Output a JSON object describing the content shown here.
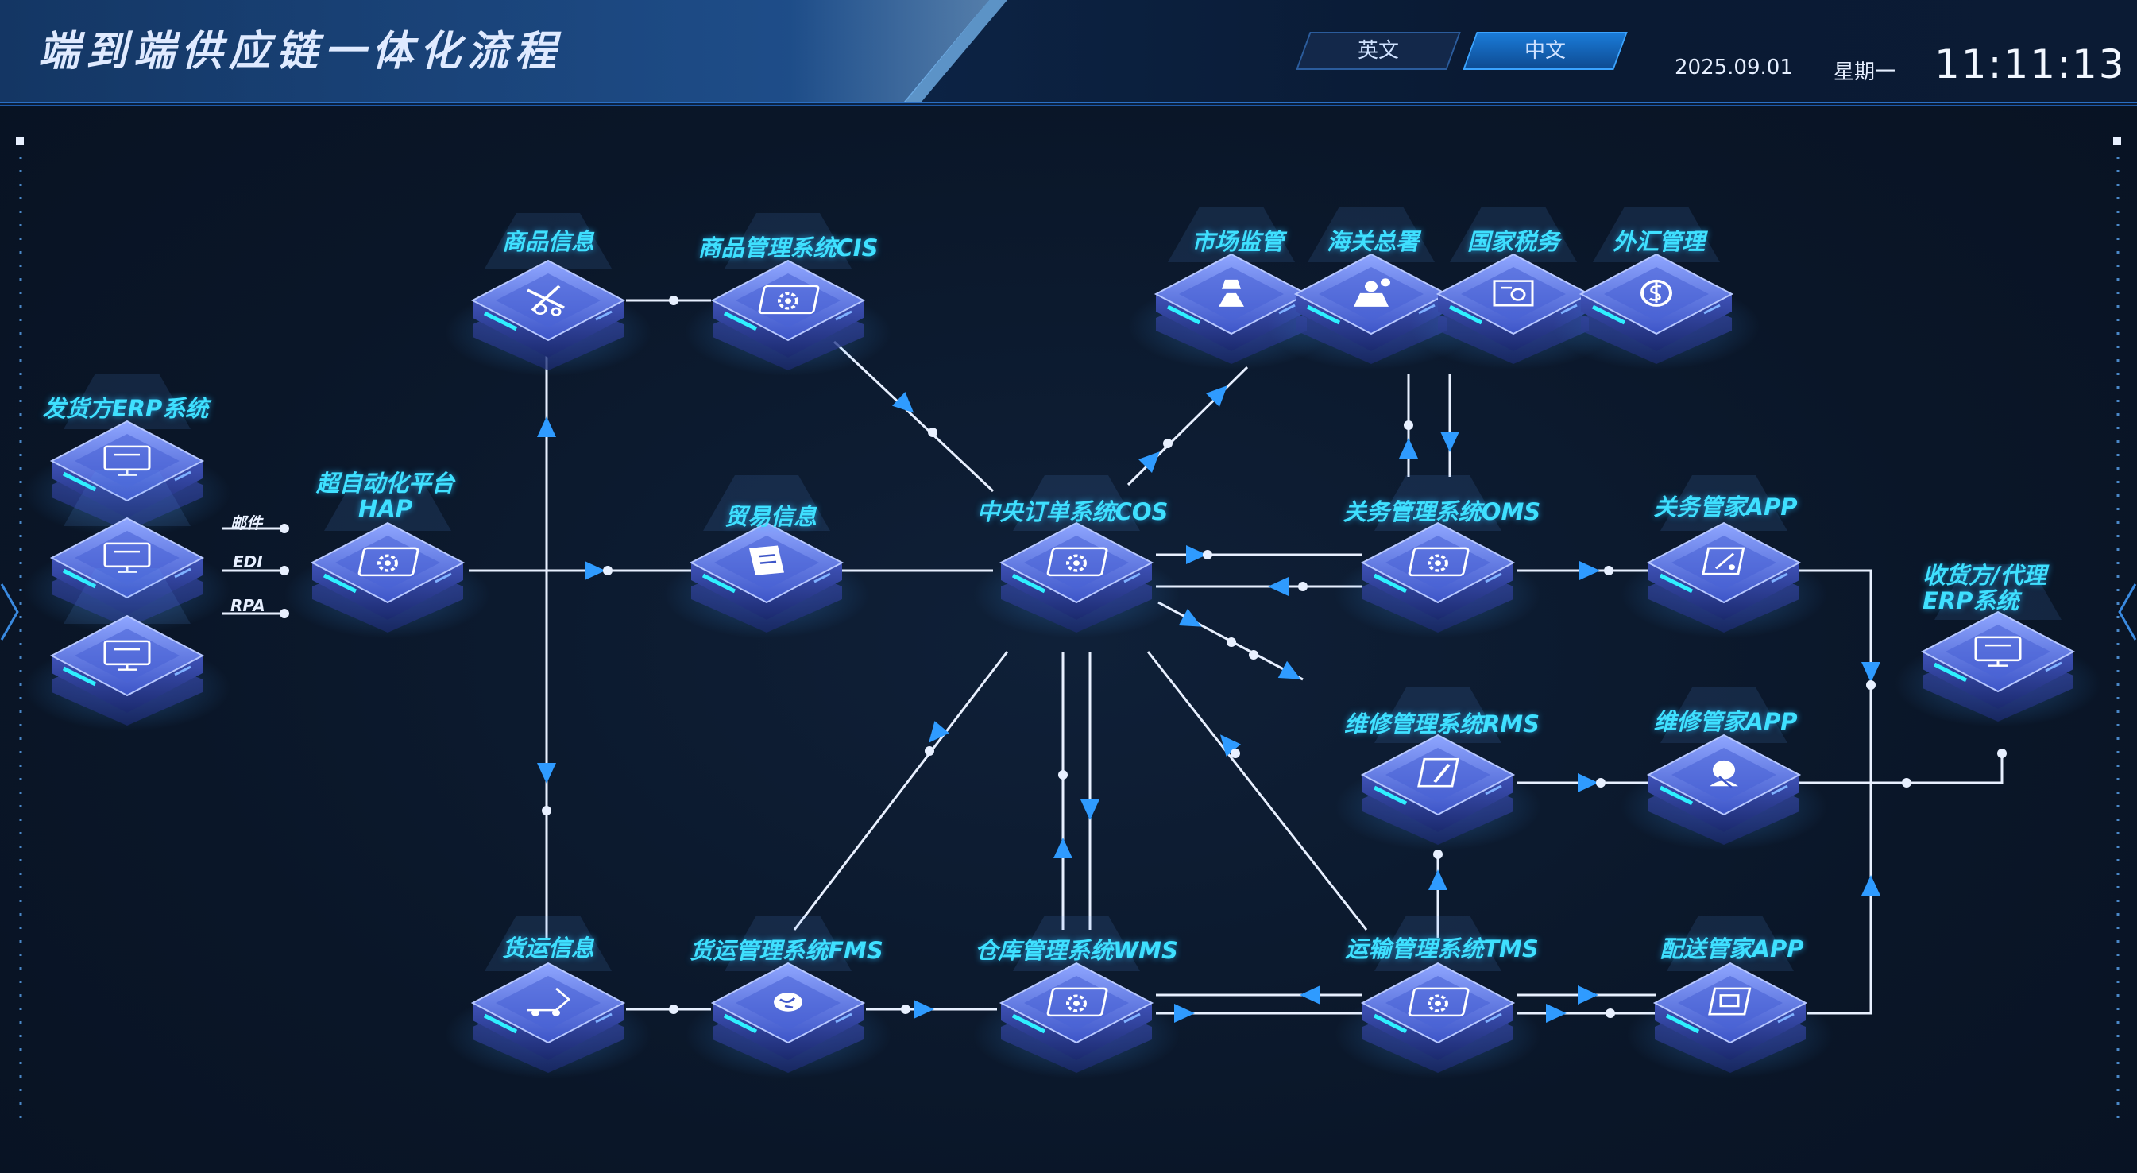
{
  "header": {
    "title": "端到端供应链一体化流程",
    "lang_en": "英文",
    "lang_zh": "中文",
    "date": "2025.09.01",
    "weekday": "星期一",
    "time": "11:11:13"
  },
  "labels": {
    "shipper_erp": "发货方ERP系统",
    "hap": "超自动化平台 HAP",
    "mail": "邮件",
    "edi": "EDI",
    "rpa": "RPA",
    "goods_info": "商品信息",
    "cis": "商品管理系统CIS",
    "trade_info": "贸易信息",
    "freight_info": "货运信息",
    "fms": "货运管理系统FMS",
    "wms": "仓库管理系统WMS",
    "cos": "中央订单系统COS",
    "market": "市场监管",
    "customs": "海关总署",
    "tax": "国家税务",
    "forex": "外汇管理",
    "oms": "关务管理系统OMS",
    "customs_app": "关务管家APP",
    "rms": "维修管理系统RMS",
    "repair_app": "维修管家APP",
    "tms": "运输管理系统TMS",
    "delivery_app": "配送管家APP",
    "receiver_erp": "收货方/代理 ERP系统"
  },
  "node_icons": {
    "shipper_erp": "erp-icon",
    "hap": "gear-icon",
    "goods_info": "tools-icon",
    "cis": "gear-icon",
    "trade_info": "document-icon",
    "freight_info": "delivery-icon",
    "fms": "globe-icon",
    "wms": "gear-icon",
    "cos": "gear-icon",
    "market": "supervision-icon",
    "customs": "customs-icon",
    "tax": "tax-icon",
    "forex": "currency-icon",
    "oms": "gear-icon",
    "customs_app": "customs-app-icon",
    "rms": "repair-doc-icon",
    "repair_app": "mechanic-icon",
    "tms": "gear-icon",
    "delivery_app": "delivery-app-icon",
    "receiver_erp": "erp-icon"
  },
  "colors": {
    "accent": "#3fe0ff",
    "line": "#e8f0ff",
    "arrow": "#2f9bff",
    "background": "#0a1628"
  }
}
